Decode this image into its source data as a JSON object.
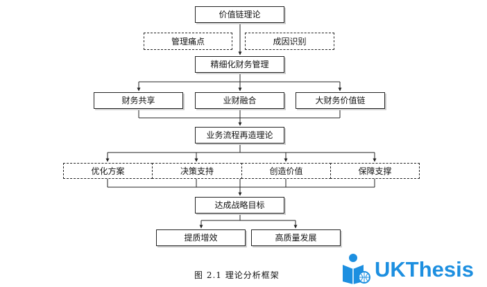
{
  "diagram": {
    "nodes": {
      "value_chain": "价值链理论",
      "pain_points": "管理痛点",
      "cause_identify": "成因识别",
      "fine_finance": "精细化财务管理",
      "shared_finance": "财务共享",
      "biz_fin_fusion": "业财融合",
      "big_finance_chain": "大财务价值链",
      "bpr": "业务流程再造理论",
      "optimize_plan": "优化方案",
      "decision_support": "决策支持",
      "create_value": "创造价值",
      "guarantee_support": "保障支撑",
      "strategic_goal": "达成战略目标",
      "efficiency": "提质增效",
      "high_quality": "高质量发展"
    },
    "caption": "图 2.1  理论分析框架"
  },
  "logo": {
    "text": "UKThesis",
    "icon": "reader-globe-icon",
    "color": "#1d8fe0"
  }
}
